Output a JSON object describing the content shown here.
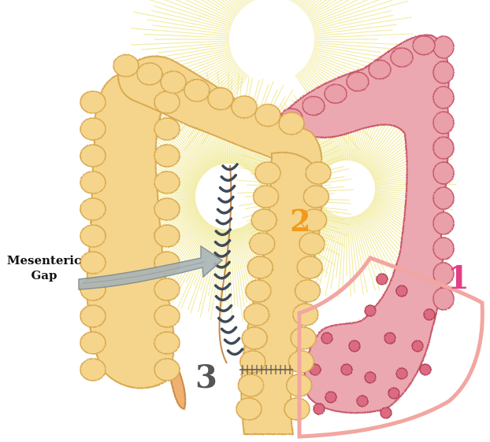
{
  "labels": {
    "mesenteric": [
      "Mesenteric",
      "Gap"
    ],
    "one": "1",
    "two": "2",
    "three": "3"
  },
  "colors": {
    "label_one": "#e43f86",
    "label_two": "#f39a1a",
    "label_three": "#555555",
    "colon_fill": "#f5d58c",
    "colon_edge": "#d8a850",
    "diseased_fill": "#e9a0a8",
    "diseased_edge": "#c8566a",
    "outline_box": "#f2a6a2",
    "rays": "#f0e890",
    "suture": "#3e4a56",
    "arrow": "#8c9aa0"
  }
}
